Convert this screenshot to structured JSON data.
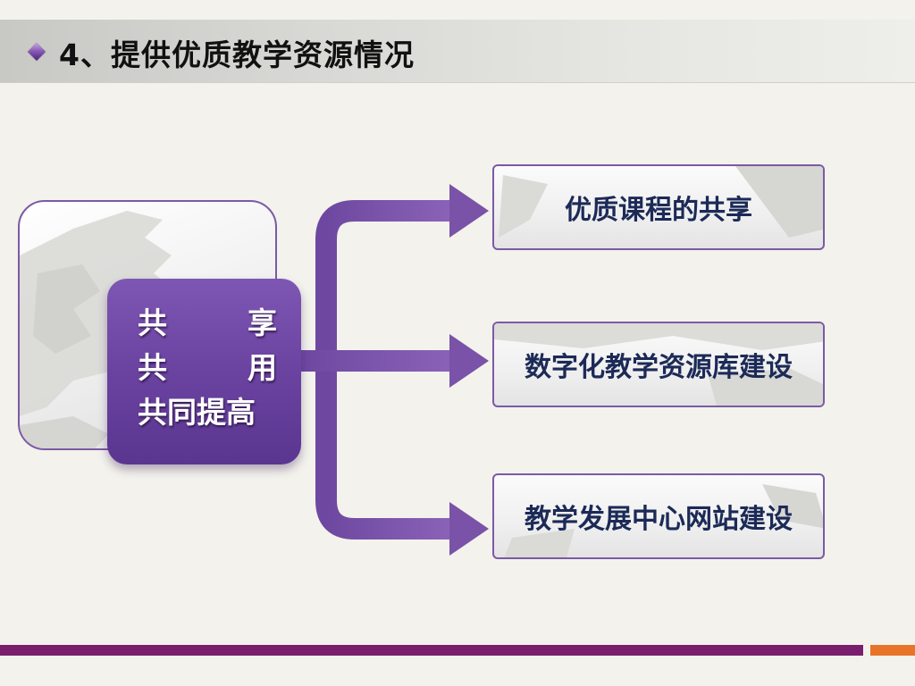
{
  "slide": {
    "title": "4、提供优质教学资源情况"
  },
  "center": {
    "line1_left": "共",
    "line1_right": "享",
    "line2_left": "共",
    "line2_right": "用",
    "line3": "共同提高"
  },
  "targets": [
    {
      "label": "优质课程的共享"
    },
    {
      "label": "数字化教学资源库建设"
    },
    {
      "label": "教学发展中心网站建设"
    }
  ],
  "colors": {
    "accent_purple": "#6a43a0",
    "arrow_purple": "#7a52a8",
    "label_navy": "#1c2a57",
    "footer_purple": "#7a1f6e",
    "footer_orange": "#e8742a"
  }
}
